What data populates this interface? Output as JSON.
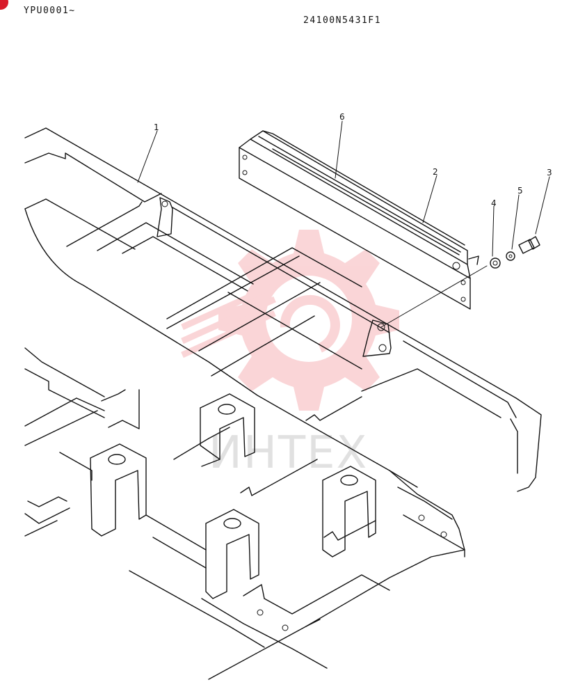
{
  "header": {
    "serial_range": "YPU0001~",
    "drawing_number": "24100N5431F1"
  },
  "callouts": [
    {
      "id": "callout-1",
      "label": "1"
    },
    {
      "id": "callout-2",
      "label": "2"
    },
    {
      "id": "callout-3",
      "label": "3"
    },
    {
      "id": "callout-4",
      "label": "4"
    },
    {
      "id": "callout-5",
      "label": "5"
    },
    {
      "id": "callout-6",
      "label": "6"
    }
  ],
  "watermark": {
    "text": "ИНТЕХ",
    "color": "#f4a3a8"
  },
  "colors": {
    "corner_mark": "#d81b2a",
    "line": "#111111"
  }
}
